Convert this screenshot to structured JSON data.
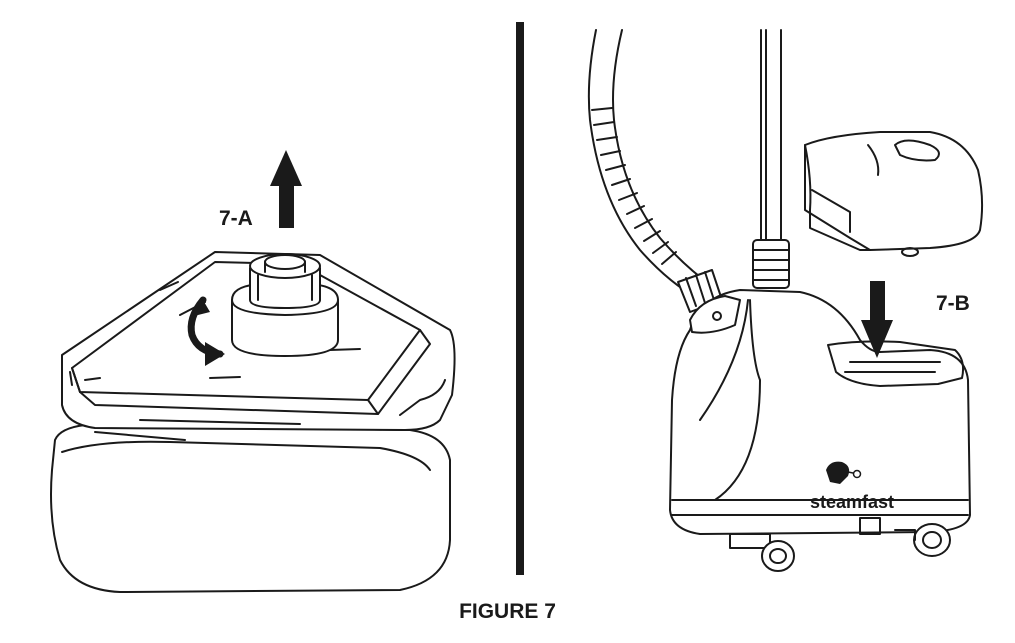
{
  "figure": {
    "caption": "FIGURE 7",
    "left_panel": {
      "step_label": "7-A"
    },
    "right_panel": {
      "step_label": "7-B",
      "brand_logo_text": "steamfast"
    }
  },
  "colors": {
    "ink": "#1a1a1a",
    "background": "#ffffff"
  }
}
